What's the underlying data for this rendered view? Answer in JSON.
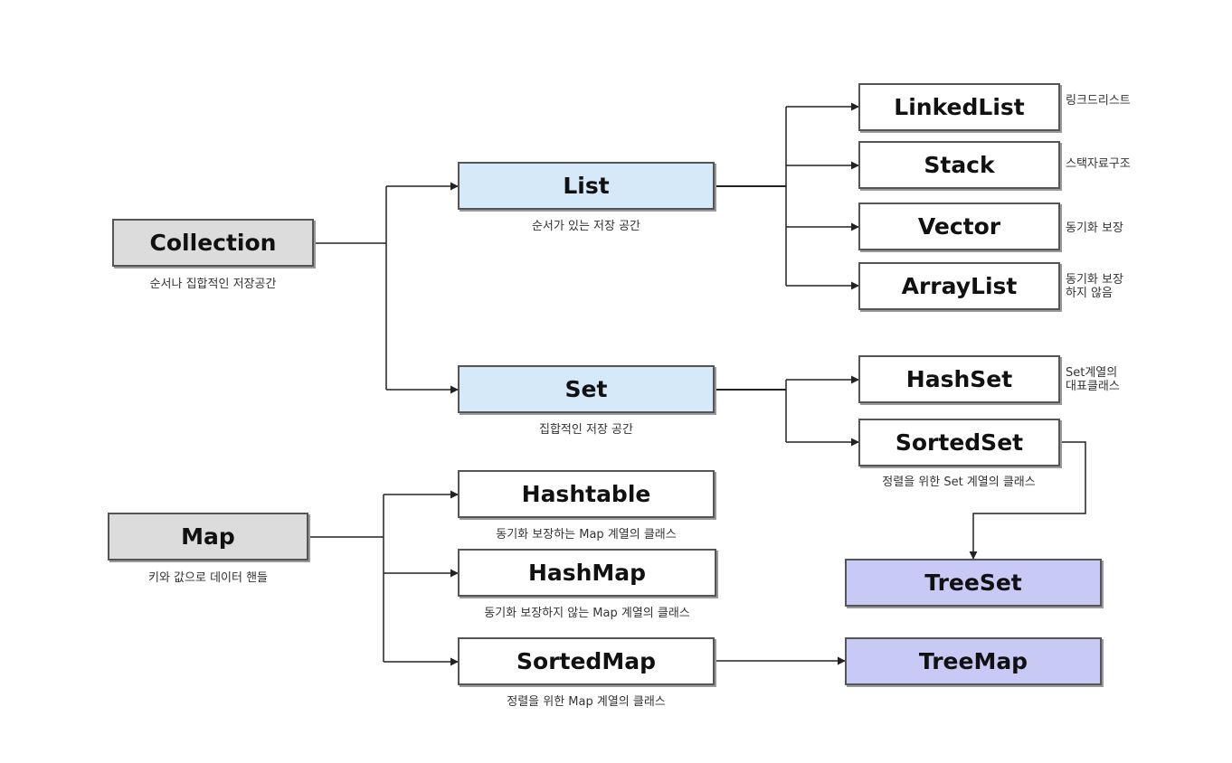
{
  "nodes": {
    "collection": {
      "label": "Collection",
      "caption": "순서나 집합적인 저장공간"
    },
    "list": {
      "label": "List",
      "caption": "순서가 있는 저장 공간"
    },
    "set": {
      "label": "Set",
      "caption": "집합적인 저장 공간"
    },
    "linkedlist": {
      "label": "LinkedList",
      "note": [
        "링크드리스트"
      ]
    },
    "stack": {
      "label": "Stack",
      "note": [
        "스택자료구조"
      ]
    },
    "vector": {
      "label": "Vector",
      "note": [
        "동기화 보장"
      ]
    },
    "arraylist": {
      "label": "ArrayList",
      "note": [
        "동기화 보장",
        "하지 않음"
      ]
    },
    "hashset": {
      "label": "HashSet",
      "note": [
        "Set계열의",
        "대표클래스"
      ]
    },
    "sortedset": {
      "label": "SortedSet",
      "caption": "정렬을 위한 Set 계열의 클래스"
    },
    "treeset": {
      "label": "TreeSet"
    },
    "map": {
      "label": "Map",
      "caption": "키와 값으로 데이터 핸들"
    },
    "hashtable": {
      "label": "Hashtable",
      "caption": "동기화 보장하는 Map 계열의 클래스"
    },
    "hashmap": {
      "label": "HashMap",
      "caption": "동기화 보장하지 않는 Map 계열의 클래스"
    },
    "sortedmap": {
      "label": "SortedMap",
      "caption": "정렬을 위한 Map 계열의 클래스"
    },
    "treemap": {
      "label": "TreeMap"
    }
  },
  "colors": {
    "root_fill": "#dcdcdc",
    "interface_fill": "#d5e9f9",
    "class_fill": "#ffffff",
    "tree_fill": "#c9c9f6",
    "line": "#222222"
  }
}
